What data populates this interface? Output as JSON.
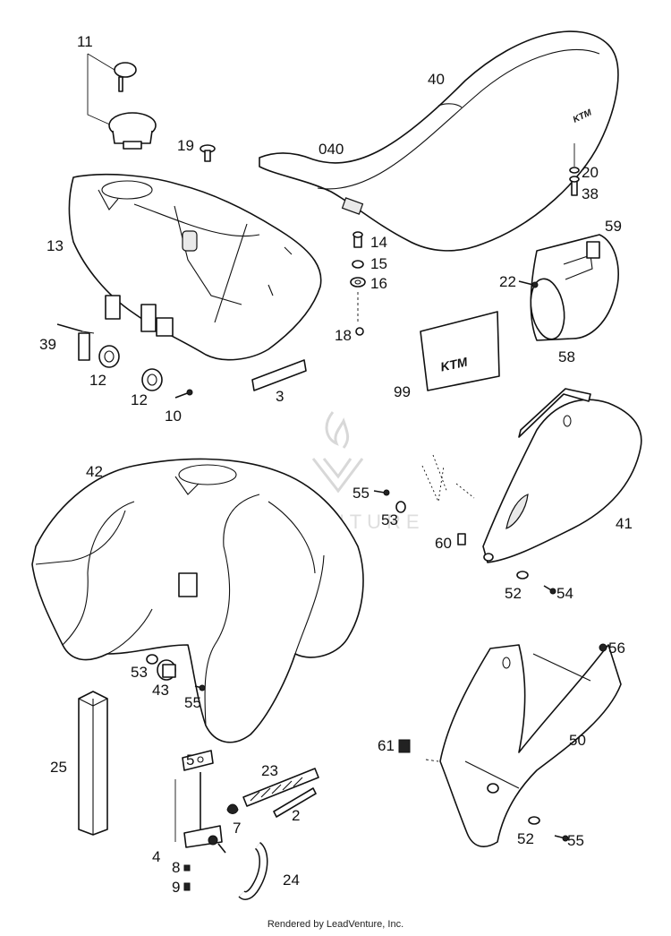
{
  "diagram": {
    "type": "exploded parts diagram",
    "callouts": [
      {
        "id": "11",
        "label": "11"
      },
      {
        "id": "40",
        "label": "40"
      },
      {
        "id": "19",
        "label": "19"
      },
      {
        "id": "040",
        "label": "040"
      },
      {
        "id": "20",
        "label": "20"
      },
      {
        "id": "38",
        "label": "38"
      },
      {
        "id": "13",
        "label": "13"
      },
      {
        "id": "14",
        "label": "14"
      },
      {
        "id": "15",
        "label": "15"
      },
      {
        "id": "16",
        "label": "16"
      },
      {
        "id": "59",
        "label": "59"
      },
      {
        "id": "22",
        "label": "22"
      },
      {
        "id": "18",
        "label": "18"
      },
      {
        "id": "39",
        "label": "39"
      },
      {
        "id": "58",
        "label": "58"
      },
      {
        "id": "12a",
        "label": "12"
      },
      {
        "id": "12b",
        "label": "12"
      },
      {
        "id": "99",
        "label": "99"
      },
      {
        "id": "3",
        "label": "3"
      },
      {
        "id": "10",
        "label": "10"
      },
      {
        "id": "42",
        "label": "42"
      },
      {
        "id": "55a",
        "label": "55"
      },
      {
        "id": "53a",
        "label": "53"
      },
      {
        "id": "41",
        "label": "41"
      },
      {
        "id": "60",
        "label": "60"
      },
      {
        "id": "52a",
        "label": "52"
      },
      {
        "id": "54",
        "label": "54"
      },
      {
        "id": "53b",
        "label": "53"
      },
      {
        "id": "43",
        "label": "43"
      },
      {
        "id": "56",
        "label": "56"
      },
      {
        "id": "55b",
        "label": "55"
      },
      {
        "id": "61",
        "label": "61"
      },
      {
        "id": "50",
        "label": "50"
      },
      {
        "id": "25",
        "label": "25"
      },
      {
        "id": "5",
        "label": "5"
      },
      {
        "id": "23",
        "label": "23"
      },
      {
        "id": "7",
        "label": "7"
      },
      {
        "id": "2",
        "label": "2"
      },
      {
        "id": "4",
        "label": "4"
      },
      {
        "id": "52b",
        "label": "52"
      },
      {
        "id": "55c",
        "label": "55"
      },
      {
        "id": "8",
        "label": "8"
      },
      {
        "id": "9",
        "label": "9"
      },
      {
        "id": "24",
        "label": "24"
      }
    ]
  },
  "watermark": {
    "text": "LEADVENTURE"
  },
  "footer": {
    "text": "Rendered by LeadVenture, Inc."
  }
}
